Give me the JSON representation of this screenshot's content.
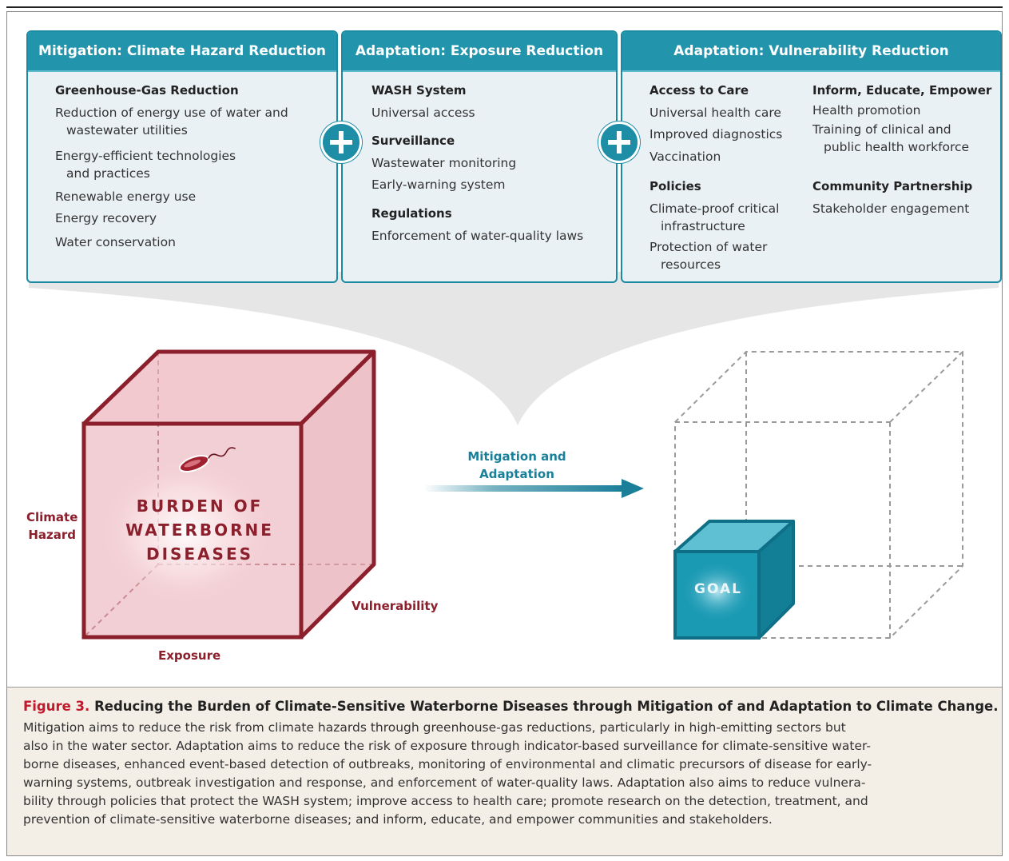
{
  "panels": [
    {
      "title": "Mitigation: Climate Hazard Reduction",
      "sections": [
        {
          "heading": "Greenhouse-Gas Reduction",
          "items": [
            [
              "Reduction of energy use of water and",
              "wastewater utilities"
            ],
            [
              "Energy-efficient technologies",
              "and practices"
            ],
            [
              "Renewable energy use"
            ],
            [
              "Energy recovery"
            ],
            [
              "Water conservation"
            ]
          ]
        }
      ]
    },
    {
      "title": "Adaptation: Exposure Reduction",
      "sections": [
        {
          "heading": "WASH System",
          "items": [
            [
              "Universal access"
            ]
          ]
        },
        {
          "heading": "Surveillance",
          "items": [
            [
              "Wastewater monitoring"
            ],
            [
              "Early-warning system"
            ]
          ]
        },
        {
          "heading": "Regulations",
          "items": [
            [
              "Enforcement of water-quality laws"
            ]
          ]
        }
      ]
    },
    {
      "title": "Adaptation: Vulnerability Reduction",
      "sections": [
        {
          "heading": "Access to Care",
          "items": [
            [
              "Universal health care"
            ],
            [
              "Improved diagnostics"
            ],
            [
              "Vaccination"
            ]
          ]
        },
        {
          "heading": "Policies",
          "items": [
            [
              "Climate-proof critical",
              "infrastructure"
            ],
            [
              "Protection of water",
              "resources"
            ]
          ]
        },
        {
          "heading": "Inform, Educate, Empower",
          "items": [
            [
              "Health promotion"
            ],
            [
              "Training of clinical and",
              "public health workforce"
            ]
          ]
        },
        {
          "heading": "Community Partnership",
          "items": [
            [
              "Stakeholder engagement"
            ]
          ]
        }
      ]
    }
  ],
  "diagram": {
    "burden_lines": [
      "BURDEN OF",
      "WATERBORNE",
      "DISEASES"
    ],
    "axis_climate_hazard": [
      "Climate",
      "Hazard"
    ],
    "axis_exposure": "Exposure",
    "axis_vulnerability": "Vulnerability",
    "arrow_label": [
      "Mitigation and",
      "Adaptation"
    ],
    "goal": "GOAL",
    "colors": {
      "burden": "#8c1f2c",
      "burden_fill": "#f2cfd4",
      "accent": "#2294ac",
      "goal_fill": "#1b9ab4",
      "panel_bg": "#eaf1f5",
      "funnel": "#e6e6e6"
    }
  },
  "caption": {
    "figure_label": "Figure 3.",
    "title": "Reducing the Burden of Climate-Sensitive Waterborne Diseases through Mitigation of and Adaptation to Climate Change.",
    "lines": [
      "Mitigation aims to reduce the risk from climate hazards through greenhouse-gas reductions, particularly in high-emitting sectors but",
      "also in the water sector. Adaptation aims to reduce the risk of exposure through indicator-based surveillance for climate-sensitive water-",
      "borne diseases, enhanced event-based detection of outbreaks, monitoring of environmental and climatic precursors of disease for early-",
      "warning systems, outbreak investigation and response, and enforcement of water-quality laws. Adaptation also aims to reduce vulnera-",
      "bility through policies that protect the WASH system; improve access to health care; promote research on the detection, treatment, and",
      "prevention of climate-sensitive waterborne diseases; and inform, educate, and empower communities and stakeholders."
    ]
  }
}
